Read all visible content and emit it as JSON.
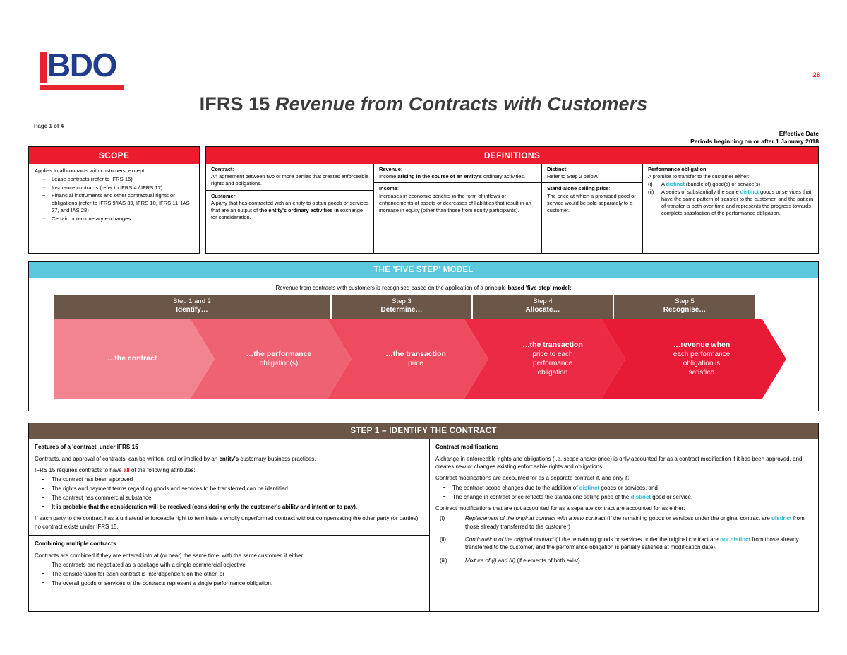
{
  "header": {
    "logo_text": "BDO",
    "page_number": "28",
    "title_prefix": "IFRS 15 ",
    "title_italic": "Revenue from Contracts with Customers",
    "page_of": "Page 1 of 4",
    "effective_date_label": "Effective Date",
    "effective_date_value": "Periods beginning on or after 1 January 2018"
  },
  "scope": {
    "heading": "SCOPE",
    "intro": "Applies to all contracts with customers, except:",
    "items": [
      "Lease contracts (refer to IFRS 16)",
      "Insurance contracts (refer to IFRS 4 / IFRS 17)",
      "Financial instruments and other contractual rights or obligations (refer to IFRS 9/IAS 39, IFRS 10, IFRS 11, IAS 27, and IAS 28)",
      "Certain non-monetary exchanges."
    ]
  },
  "definitions": {
    "heading": "DEFINITIONS",
    "contract": {
      "term": "Contract",
      "text": "An agreement between two or more parties that creates enforceable rights and obligations."
    },
    "customer": {
      "term": "Customer",
      "text_1": "A party that has contracted with an entity to obtain goods or services that are an output of ",
      "text_bold": "the entity's ordinary activities in",
      "text_2": " exchange for consideration."
    },
    "revenue": {
      "term": "Revenue",
      "text_1": "Income ",
      "text_bold": "arising in the course of an entity's",
      "text_2": " ordinary activities."
    },
    "income": {
      "term": "Income",
      "text": "Increases in economic benefits in the form of inflows or enhancements of assets or decreases of liabilities that result in an increase in equity (other than those from equity participants)."
    },
    "distinct": {
      "term": "Distinct",
      "text": "Refer to Step 2 below."
    },
    "sasp": {
      "term": "Stand-alone selling price",
      "text": "The price at which a promised good or service would be sold separately to a customer."
    },
    "performance_obligation": {
      "term": "Performance obligation",
      "lead": "A promise to transfer to the customer either:",
      "i_num": "(i)",
      "i_a": "A ",
      "i_hl": "distinct",
      "i_b": " (bundle of) good(s) or service(s)",
      "ii_num": "(ii)",
      "ii_a": "A series of substantially the same ",
      "ii_hl": "distinct",
      "ii_b": " goods or services that have the same pattern of transfer to the customer, and the pattern of transfer is both over time and represents the progress towards complete satisfaction of the performance obligation."
    }
  },
  "five_step": {
    "heading": "THE 'FIVE STEP' MODEL",
    "intro_1": "Revenue from contracts with customers is recognised based on the application of a principle-",
    "intro_bold": "based 'five step' model:",
    "heads": [
      {
        "step": "Step 1 and 2",
        "verb": "Identify…"
      },
      {
        "step": "Step 3",
        "verb": "Determine…"
      },
      {
        "step": "Step 4",
        "verb": "Allocate…"
      },
      {
        "step": "Step 5",
        "verb": "Recognise…"
      }
    ],
    "chevrons": [
      {
        "title": "…the contract",
        "sub": "",
        "color": "#f2848f"
      },
      {
        "title": "…the performance",
        "sub": "obligation(s)",
        "color": "#ef6273"
      },
      {
        "title": "…the transaction",
        "sub": "price",
        "color": "#ee4b5f"
      },
      {
        "title": "…the transaction",
        "sub": "price to each\nperformance\nobligation",
        "color": "#ec2a45"
      },
      {
        "title": "…revenue when",
        "sub": "each performance\nobligation is\nsatisfied",
        "color": "#e81b36"
      }
    ]
  },
  "step1": {
    "heading": "STEP 1 – IDENTIFY THE CONTRACT",
    "features": {
      "title": "Features of a 'contract' under IFRS 15",
      "p1_a": "Contracts, and approval of contracts, can be written, oral or implied by an ",
      "p1_bold": "entity's",
      "p1_b": " customary business practices.",
      "p2_a": "IFRS 15 requires contracts to have ",
      "p2_hl": "all",
      "p2_b": " of the following attributes:",
      "items": [
        "The contract has been approved",
        "The rights and payment terms regarding goods and services to be transferred can be identified",
        "The contract has commercial substance"
      ],
      "item_bold": "It is probable that the consideration will be received (considering only the customer's ability and intention to pay).",
      "p3": "If each party to the contract has a unilateral enforceable right to terminate a wholly unperformed contract without compensating the other party (or parties), no contract exists under IFRS 15."
    },
    "combining": {
      "title": "Combining multiple contracts",
      "intro": "Contracts are combined if they are entered into at (or near) the same time, with the same customer, if either:",
      "items": [
        "The contracts are negotiated as a package with a single commercial objective",
        "The consideration for each contract is interdependent on the other, or",
        "The overall goods or services of the contracts represent a single performance obligation."
      ]
    },
    "modifications": {
      "title": "Contract modifications",
      "p1": "A change in enforceable rights and obligations (i.e. scope and/or price) is only accounted for as a contract modification if it has been approved, and creates new or changes existing enforceable rights and obligations.",
      "p2": "Contract modifications are accounted for as a separate contract if, and only if:",
      "b1_a": "The contract scope changes due to the addition of ",
      "b1_hl": "distinct",
      "b1_b": " goods or services, and",
      "b2_a": "The change in contract price reflects the standalone selling price of the ",
      "b2_hl": "distinct",
      "b2_b": " good or service.",
      "p3": "Contract modifications that are not accounted for as a separate contract are accounted for as either:",
      "i_num": "(i)",
      "i_ital": "Replacement of the original contract with a new contract",
      "i_a": " (if the remaining goods or services under the original contract are ",
      "i_hl": "distinct",
      "i_b": " from those already transferred to the customer)",
      "ii_num": "(ii)",
      "ii_ital": "Continuation of the original contract",
      "ii_a": " (if the remaining goods or services under the original contract are ",
      "ii_hl": "not distinct",
      "ii_b": " from those already transferred to the customer, and the performance obligation is partially satisfied at modification date).",
      "iii_num": "(iii)",
      "iii_ital": "Mixture of (i) and (ii)",
      "iii_a": " (if elements of both exist)."
    }
  },
  "colors": {
    "red": "#ec1c2e",
    "blue": "#5bc8dd",
    "brown": "#6b5647",
    "teal_highlight": "#29b4d4",
    "logo_blue": "#1f3d8c"
  }
}
